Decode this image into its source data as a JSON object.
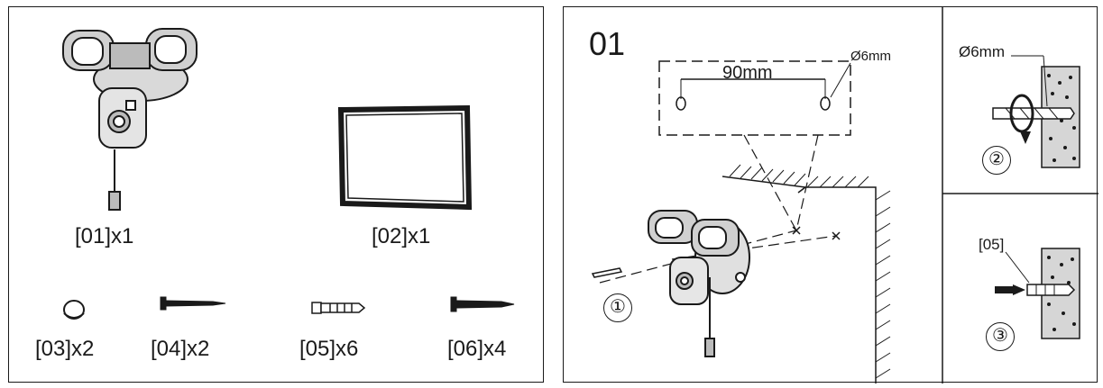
{
  "parts": [
    {
      "id": "01",
      "label": "[01]x1"
    },
    {
      "id": "02",
      "label": "[02]x1"
    },
    {
      "id": "03",
      "label": "[03]x2"
    },
    {
      "id": "04",
      "label": "[04]x2"
    },
    {
      "id": "05",
      "label": "[05]x6"
    },
    {
      "id": "06",
      "label": "[06]x4"
    }
  ],
  "step": {
    "number": "01",
    "spacing": "90mm",
    "hole_diameter": "Ø6mm",
    "drill_diameter": "Ø6mm",
    "anchor_ref": "[05]",
    "substep_1": "①",
    "substep_2": "②",
    "substep_3": "③"
  },
  "colors": {
    "line": "#1a1a1a",
    "background": "#ffffff"
  }
}
